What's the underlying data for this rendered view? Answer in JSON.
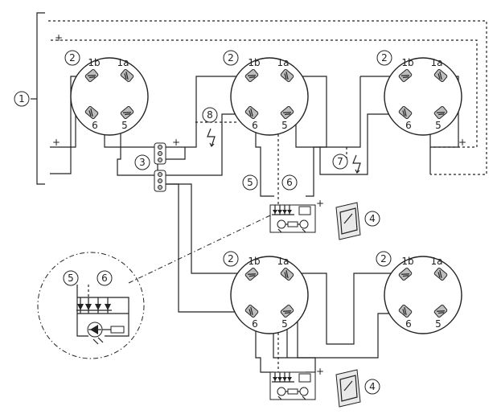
{
  "labels": {
    "callout_1": "1",
    "callout_2": "2",
    "callout_3": "3",
    "callout_4": "4",
    "callout_5": "5",
    "callout_6": "6",
    "callout_7": "7",
    "callout_8": "8",
    "term_1b": "1b",
    "term_1a": "1a",
    "term_6": "6",
    "term_5": "5",
    "plus": "+"
  },
  "icons": {
    "detector": "smoke-detector-base-icon",
    "indicator": "remote-indicator-lamp-icon",
    "terminal_block": "terminal-block-icon",
    "fault": "lightning-fault-icon",
    "led": "led-diode-icon"
  }
}
